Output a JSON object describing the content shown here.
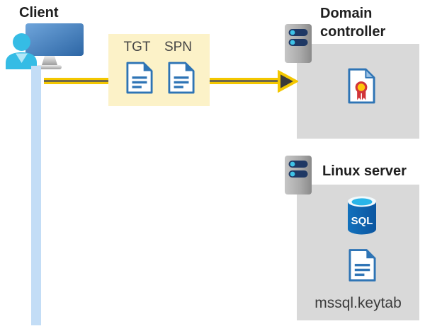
{
  "diagram": {
    "client": {
      "label": "Client"
    },
    "tickets": {
      "tgt": "TGT",
      "spn": "SPN"
    },
    "domain_controller": {
      "label": "Domain controller"
    },
    "linux_server": {
      "label": "Linux server",
      "database": "SQL",
      "keytab_file": "mssql.keytab"
    }
  },
  "icons": [
    "client-computer-icon",
    "person-icon",
    "timeline-line",
    "auth-arrow",
    "ticket-document-icon",
    "server-icon",
    "certificate-icon",
    "sql-database-icon",
    "keytab-document-icon"
  ],
  "colors": {
    "arrow_yellow": "#F3C700",
    "arrow_core": "#6F684A",
    "arrowhead_dark": "#3A3A3A",
    "ticket_box_bg": "#FCF2C8",
    "server_box_bg": "#D9D9D9",
    "document_blue": "#2E74B5",
    "person_cyan": "#35BCE5",
    "timeline_blue": "#C3DDF6",
    "server_slot_navy": "#1F3864",
    "server_dot_cyan": "#3EC3E8",
    "sql_blue": "#0E63AE",
    "sql_top_cyan": "#29B5E8",
    "seal_yellow": "#FFC60B",
    "seal_red": "#D13438",
    "heading_text": "#1F1F1F",
    "label_text": "#444444"
  }
}
